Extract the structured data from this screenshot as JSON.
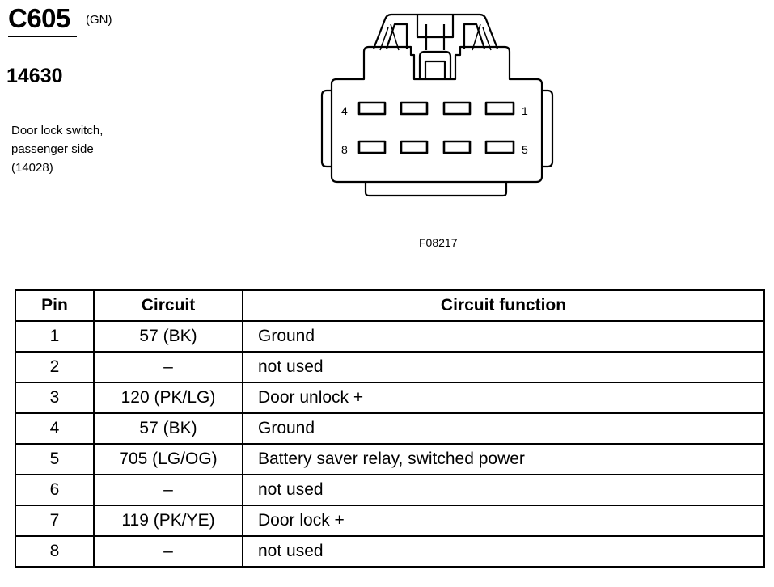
{
  "connector": {
    "id": "C605",
    "color_code": "(GN)",
    "part_number": "14630",
    "description_lines": [
      "Door lock switch,",
      "passenger side",
      "(14028)"
    ],
    "figure_id": "F08217",
    "cavity_labels": {
      "top_left": "4",
      "top_right": "1",
      "bottom_left": "8",
      "bottom_right": "5"
    }
  },
  "table": {
    "headers": {
      "pin": "Pin",
      "circuit": "Circuit",
      "function": "Circuit function"
    },
    "rows": [
      {
        "pin": "1",
        "circuit": "57 (BK)",
        "function": "Ground"
      },
      {
        "pin": "2",
        "circuit": "–",
        "function": "not used"
      },
      {
        "pin": "3",
        "circuit": "120 (PK/LG)",
        "function": "Door unlock +"
      },
      {
        "pin": "4",
        "circuit": "57 (BK)",
        "function": "Ground"
      },
      {
        "pin": "5",
        "circuit": "705 (LG/OG)",
        "function": "Battery saver relay, switched power"
      },
      {
        "pin": "6",
        "circuit": "–",
        "function": "not used"
      },
      {
        "pin": "7",
        "circuit": "119 (PK/YE)",
        "function": "Door lock +"
      },
      {
        "pin": "8",
        "circuit": "–",
        "function": "not used"
      }
    ]
  }
}
